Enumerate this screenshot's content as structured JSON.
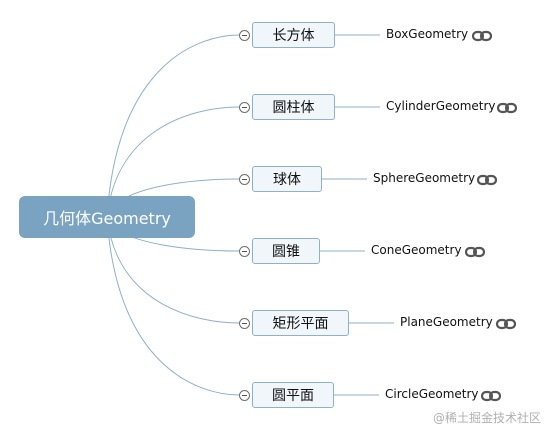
{
  "root": {
    "label": "几何体Geometry"
  },
  "branches": [
    {
      "label": "长方体",
      "leaf": "BoxGeometry"
    },
    {
      "label": "圆柱体",
      "leaf": "CylinderGeometry"
    },
    {
      "label": "球体",
      "leaf": "SphereGeometry"
    },
    {
      "label": "圆锥",
      "leaf": "ConeGeometry"
    },
    {
      "label": "矩形平面",
      "leaf": "PlaneGeometry"
    },
    {
      "label": "圆平面",
      "leaf": "CircleGeometry"
    }
  ],
  "icons": {
    "collapse": "collapse-minus-icon",
    "link": "chain-link-icon"
  },
  "colors": {
    "root_fill": "#7aa3c1",
    "branch_border": "#8fb0c9",
    "connector": "#8fb0c9"
  },
  "watermark": "@稀土掘金技术社区"
}
